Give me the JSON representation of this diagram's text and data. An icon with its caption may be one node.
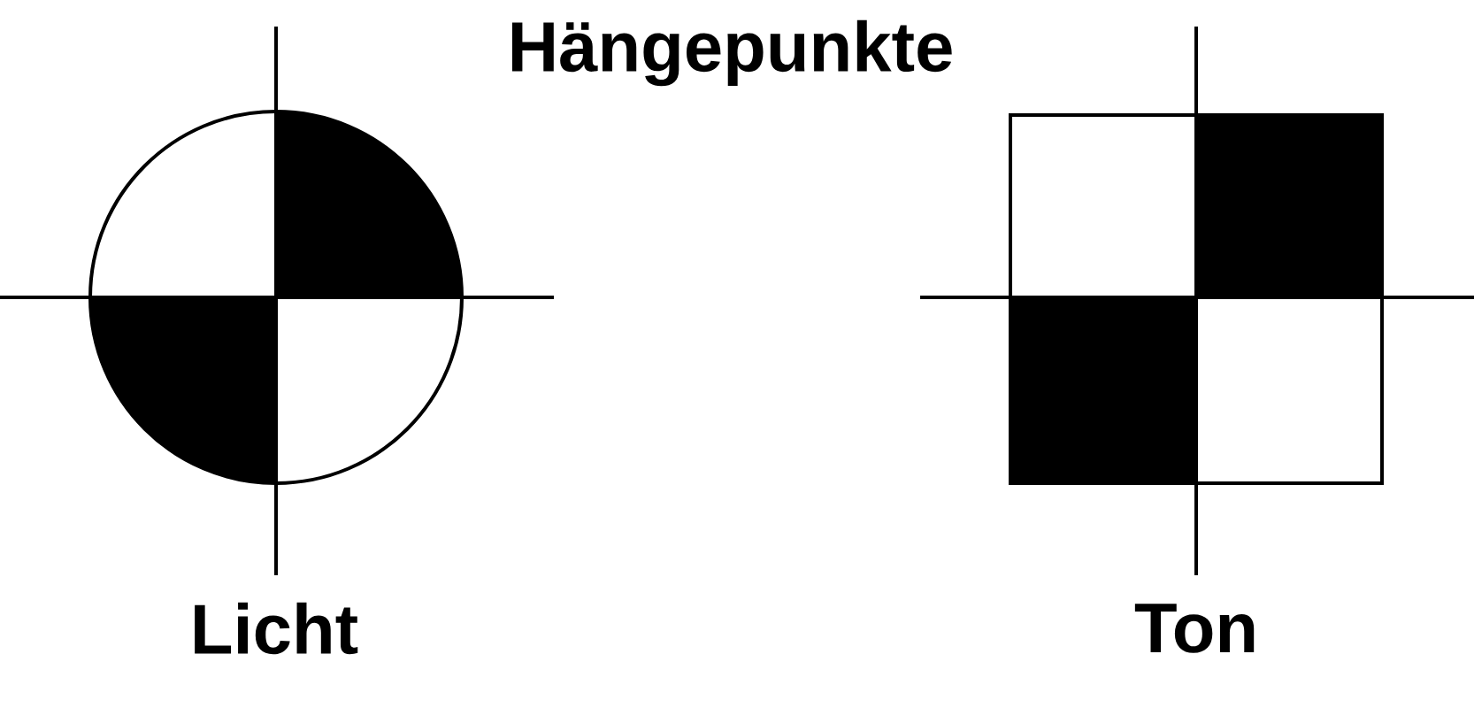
{
  "diagram": {
    "title": "Hängepunkte",
    "labels": [
      "Licht",
      "Ton"
    ]
  }
}
